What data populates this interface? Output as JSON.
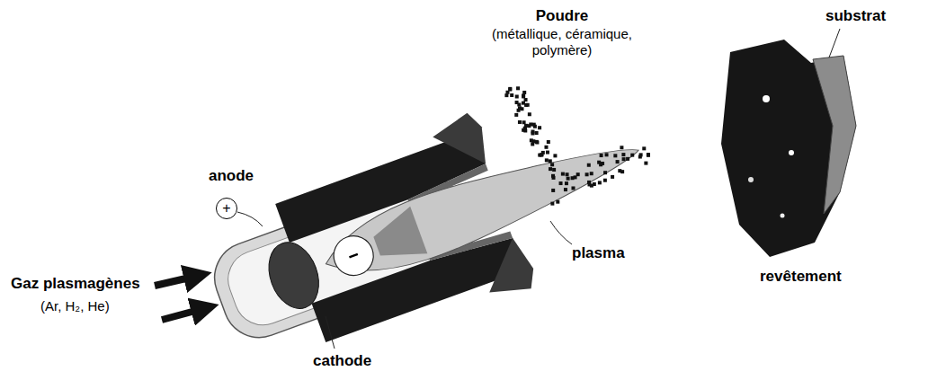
{
  "diagram": {
    "nodes": [
      {
        "text": [
          "+"
        ]
      }
    ],
    "labels": [
      "Poudre",
      "(métallique, céramique, polymère)",
      "anode",
      "plasma",
      "Gaz plasmagènes",
      "(Ar, H₂, He)",
      "cathode",
      "substrat",
      "revêtement"
    ]
  }
}
